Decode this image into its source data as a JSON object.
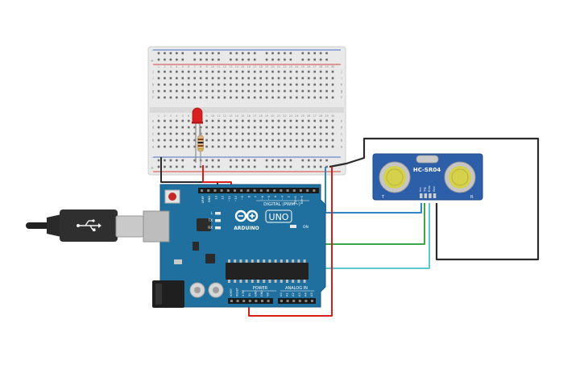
{
  "colors": {
    "background": "#ffffff",
    "board": "#1f6f9f",
    "breadboard": "#e7e7e7",
    "rail_red": "#d8453c",
    "rail_blue": "#4a6fc6",
    "wire_red": "#d4201a",
    "wire_black": "#2b2b2b",
    "wire_green": "#3aa84a",
    "wire_cyan": "#5ec7d2",
    "wire_blue": "#2f86c6",
    "sensor": "#2d5fa8",
    "transducer": "#d6d14a",
    "led": "#d82020"
  },
  "breadboard": {
    "row_letters_top": [
      "j",
      "i",
      "h",
      "g",
      "f"
    ],
    "row_letters_bottom": [
      "e",
      "d",
      "c",
      "b",
      "a"
    ],
    "column_numbers": [
      "1",
      "2",
      "3",
      "4",
      "5",
      "6",
      "7",
      "8",
      "9",
      "10",
      "11",
      "12",
      "13",
      "14",
      "15",
      "16",
      "17",
      "18",
      "19",
      "20",
      "21",
      "22",
      "23",
      "24",
      "25",
      "26",
      "27",
      "28",
      "29",
      "30"
    ],
    "rail_plus": "+",
    "rail_minus": "-"
  },
  "arduino": {
    "logo_text": "ARDUINO",
    "model": "UNO",
    "digital_label": "DIGITAL (PWM~)",
    "power_label": "POWER",
    "analog_label": "ANALOG IN",
    "on_label": "ON",
    "led_labels": [
      "L",
      "TX",
      "RX"
    ],
    "top_pin_labels": [
      "AREF",
      "GND",
      "13",
      "12",
      "~11",
      "~10",
      "~9",
      "8",
      "7",
      "~6",
      "~5",
      "4",
      "~3",
      "2",
      "TX→1",
      "RX←0"
    ],
    "power_pin_labels": [
      "IOREF",
      "RESET",
      "3.3V",
      "5V",
      "GND",
      "GND",
      "Vin"
    ],
    "analog_pin_labels": [
      "A0",
      "A1",
      "A2",
      "A3",
      "A4",
      "A5"
    ]
  },
  "sensor": {
    "name": "HC-SR04",
    "pin_labels": [
      "Vcc",
      "Trig",
      "Echo",
      "Gnd"
    ],
    "marker_left": "T",
    "marker_right": "R"
  },
  "usb_cable": {
    "icon": "usb-icon"
  }
}
